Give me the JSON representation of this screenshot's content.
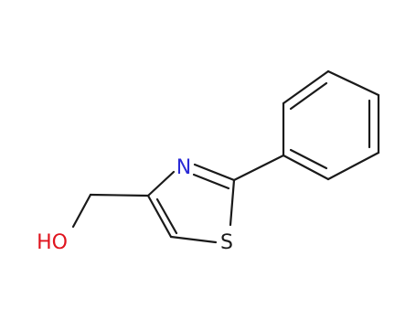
{
  "molecule": {
    "atoms": {
      "nitrogen": {
        "label": "N",
        "color": "#2b2bd6"
      },
      "sulfur": {
        "label": "S",
        "color": "#1a1a1a"
      },
      "hydroxyl": {
        "label": "HO",
        "color": "#e0141e"
      }
    },
    "bond_color": "#1a1a1a",
    "background": "#ffffff"
  }
}
